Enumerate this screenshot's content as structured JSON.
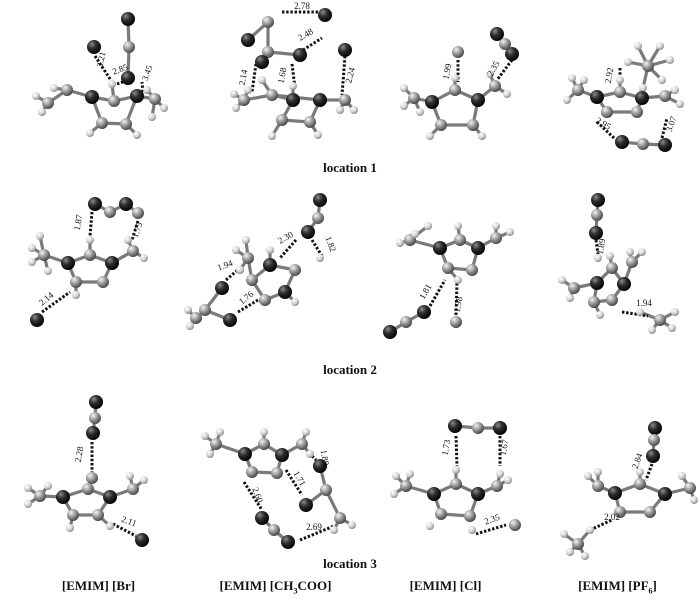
{
  "row_labels": [
    "location 1",
    "location 2",
    "location 3"
  ],
  "columns": [
    {
      "a": "[EMIM] [Br]",
      "b": "",
      "c": ""
    },
    {
      "a": "[EMIM] [CH",
      "b": "3",
      "c": "COO]"
    },
    {
      "a": "[EMIM] [Cl]",
      "b": "",
      "c": ""
    },
    {
      "a": "[EMIM] [PF",
      "b": "6",
      "c": "]"
    }
  ],
  "distances": {
    "l1_br": [
      "2.21",
      "2.85",
      "3.45"
    ],
    "l1_ac": [
      "2.78",
      "2.14",
      "1.68",
      "2.48",
      "2.24"
    ],
    "l1_cl": [
      "1.99",
      "2.35"
    ],
    "l1_pf": [
      "2.92",
      "2.95",
      "3.07"
    ],
    "l2_br": [
      "1.87",
      "1.75",
      "2.14"
    ],
    "l2_ac": [
      "2.30",
      "1.82",
      "1.94",
      "1.76"
    ],
    "l2_cl": [
      "1.81",
      "1.98"
    ],
    "l2_pf": [
      "1.89",
      "1.94"
    ],
    "l3_br": [
      "2.28",
      "2.11"
    ],
    "l3_ac": [
      "1.89",
      "1.71",
      "2.60",
      "2.69"
    ],
    "l3_cl": [
      "1.73",
      "1.67",
      "2.35"
    ],
    "l3_pf": [
      "2.84",
      "2.02"
    ]
  }
}
